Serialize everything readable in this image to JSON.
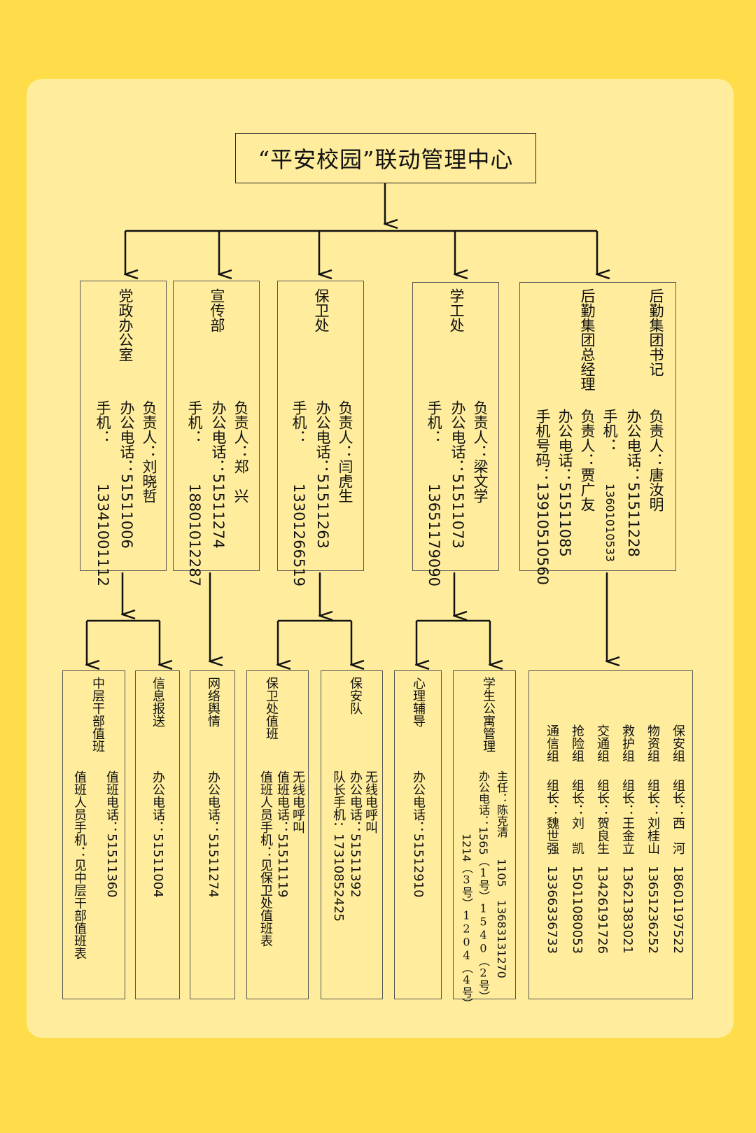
{
  "center": {
    "title": "“平安校园”联动管理中心"
  },
  "departments": [
    {
      "name": "党政办公室",
      "lines": [
        {
          "label": "负责人：",
          "value": "刘晓哲"
        },
        {
          "label": "办公电话：",
          "value": "51511006"
        },
        {
          "label": "手机：",
          "value": "13341001112"
        }
      ]
    },
    {
      "name": "宣传部",
      "lines": [
        {
          "label": "负责人：",
          "value": "郑　兴"
        },
        {
          "label": "办公电话：",
          "value": "51511274"
        },
        {
          "label": "手机：",
          "value": "18801012287"
        }
      ]
    },
    {
      "name": "保卫处",
      "lines": [
        {
          "label": "负责人：",
          "value": "闫虎生"
        },
        {
          "label": "办公电话：",
          "value": "51511263"
        },
        {
          "label": "手机：",
          "value": "13301266519"
        }
      ]
    },
    {
      "name": "学工处",
      "lines": [
        {
          "label": "负责人：",
          "value": "梁文学"
        },
        {
          "label": "办公电话：",
          "value": "51511073"
        },
        {
          "label": "手机：",
          "value": "13651179090"
        }
      ]
    },
    {
      "name": "后勤集团",
      "sections": [
        {
          "title": "后勤集团书记",
          "lines": [
            {
              "label": "负责人：",
              "value": "唐汝明"
            },
            {
              "label": "办公电话：",
              "value": "51511228"
            },
            {
              "label": "手机：",
              "value": "13601010533"
            }
          ]
        },
        {
          "title": "后勤集团总经理",
          "lines": [
            {
              "label": "负责人：",
              "value": "贾广友"
            },
            {
              "label": "办公电话：",
              "value": "51511085"
            },
            {
              "label": "手机号码：",
              "value": "13910510560"
            }
          ]
        }
      ]
    }
  ],
  "units": {
    "duty": {
      "name": "中层干部值班",
      "l1": "值班电话：",
      "v1": "51511360",
      "l2": "值班人员手机",
      "v2": "：见中层干部值班表"
    },
    "info": {
      "name": "信息报送",
      "l1": "办公电话：",
      "v1": "51511004"
    },
    "opinion": {
      "name": "网络舆情",
      "l1": "办公电话：",
      "v1": "51511274"
    },
    "guard_duty": {
      "name": "保卫处值班",
      "l0": "无线电呼叫",
      "l1": "值班电话：",
      "v1": "51511119",
      "l2": "值班人员手机",
      "v2": "：见保卫处值班表"
    },
    "guard_team": {
      "name": "保安队",
      "l0": "无线电呼叫",
      "l1": "办公电话：",
      "v1": "51511392",
      "l2": "队长手机",
      "v2": "：17310852425"
    },
    "psych": {
      "name": "心理辅导",
      "l1": "办公电话：",
      "v1": "51512910"
    },
    "dorm": {
      "name": "学生公寓管理",
      "l1": "主任：",
      "v1": "陈克清",
      "v1b": "1105",
      "v1c": "13683131270",
      "l2": "办公电话：",
      "v2": "1565",
      "v2b": "（1号）1540",
      "v2c": "（2号）",
      "v3": "1214",
      "v3b": "（3号）1204",
      "v3c": "（4号）"
    },
    "groups": [
      {
        "name": "保安组",
        "leader": "组长：西　河",
        "phone": "18601197522"
      },
      {
        "name": "物资组",
        "leader": "组长：刘桂山",
        "phone": "13651236252"
      },
      {
        "name": "救护组",
        "leader": "组长：王金立",
        "phone": "13621383021"
      },
      {
        "name": "交通组",
        "leader": "组长：贺良生",
        "phone": "13426191726"
      },
      {
        "name": "抢险组",
        "leader": "组长：刘　凯",
        "phone": "15011080053"
      },
      {
        "name": "通信组",
        "leader": "组长：魏世强",
        "phone": "13366336733"
      }
    ]
  }
}
